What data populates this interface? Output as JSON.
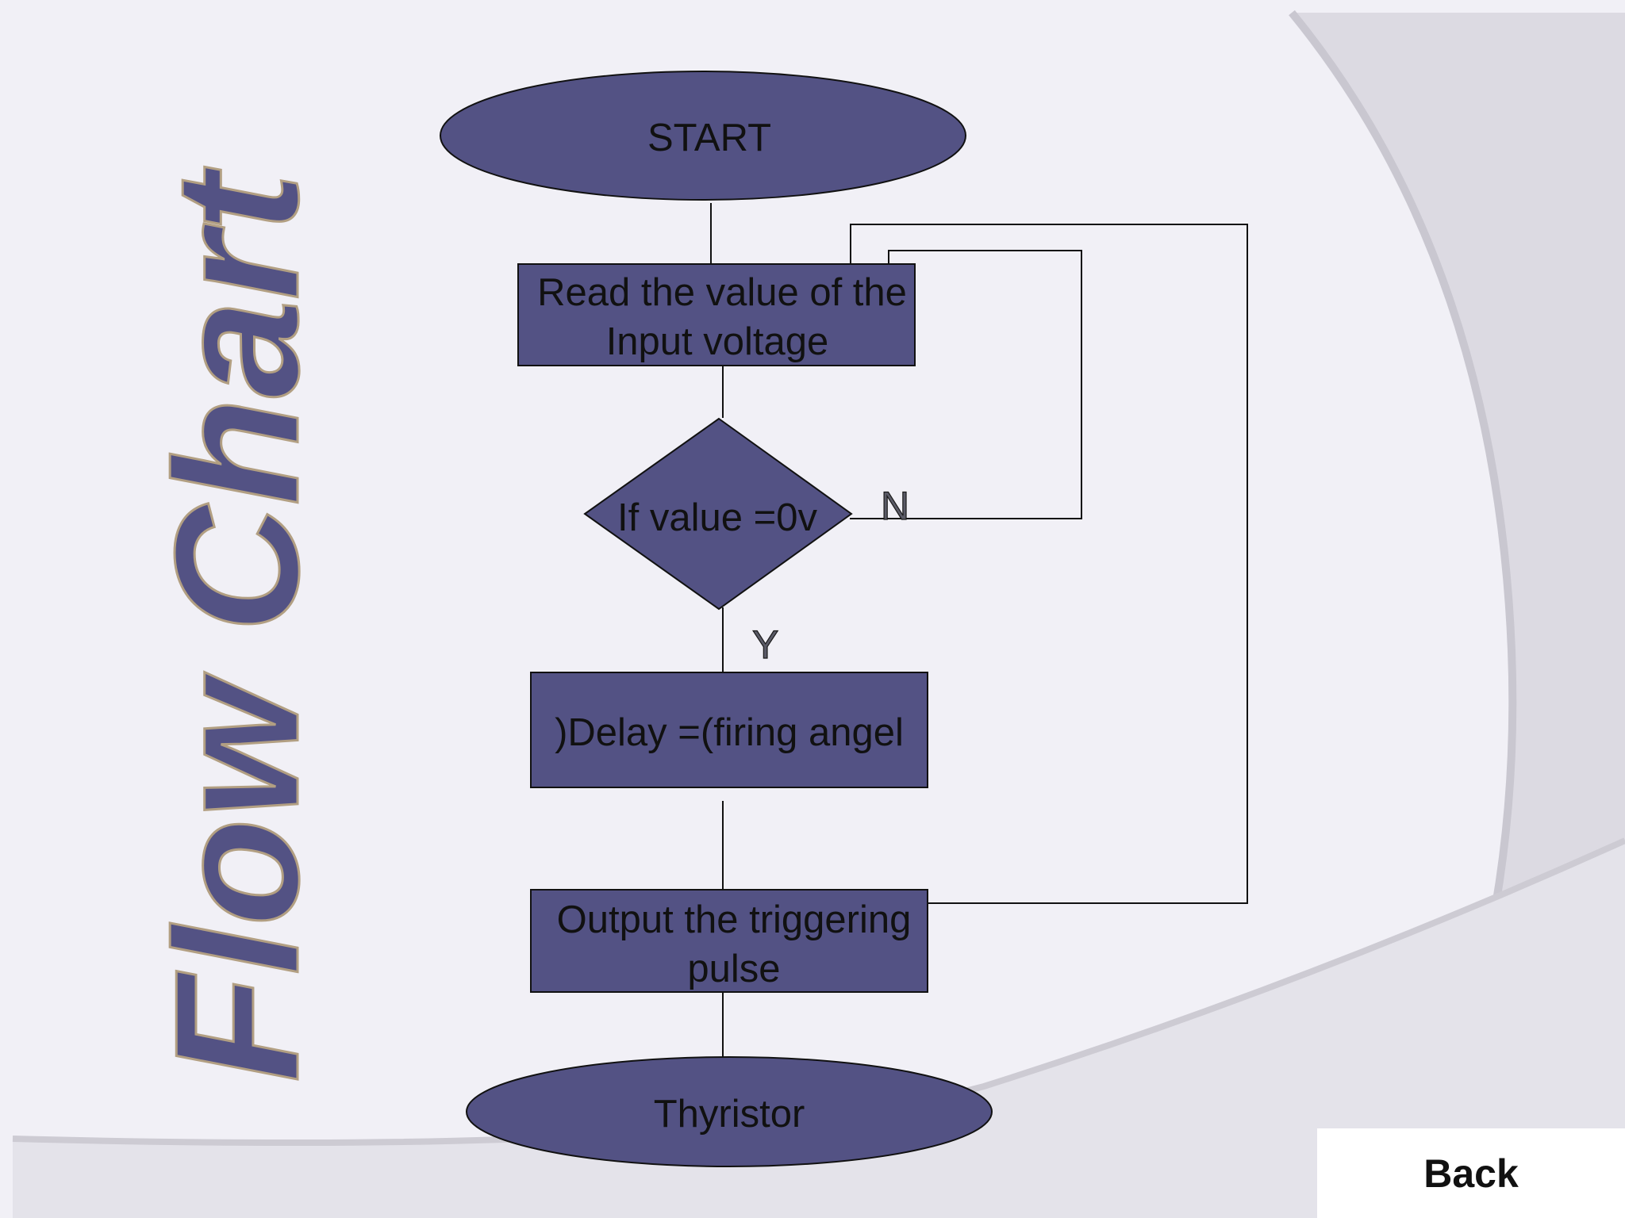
{
  "title": "Flow Chart",
  "nodes": {
    "start": "START",
    "read": [
      "Read the value of the",
      "Input voltage"
    ],
    "decision": "If value =0v",
    "delay": ")Delay =(firing angel",
    "output": [
      "Output the triggering",
      "pulse"
    ],
    "end": "Thyristor"
  },
  "branch_labels": {
    "no": "N",
    "yes": "Y"
  },
  "back_button": "Back",
  "colors": {
    "background": "#f1f0f6",
    "shape_fill": "#535284",
    "title_fill": "#535284",
    "title_outline": "#b29f82",
    "decoration": "#cfcdd6"
  }
}
